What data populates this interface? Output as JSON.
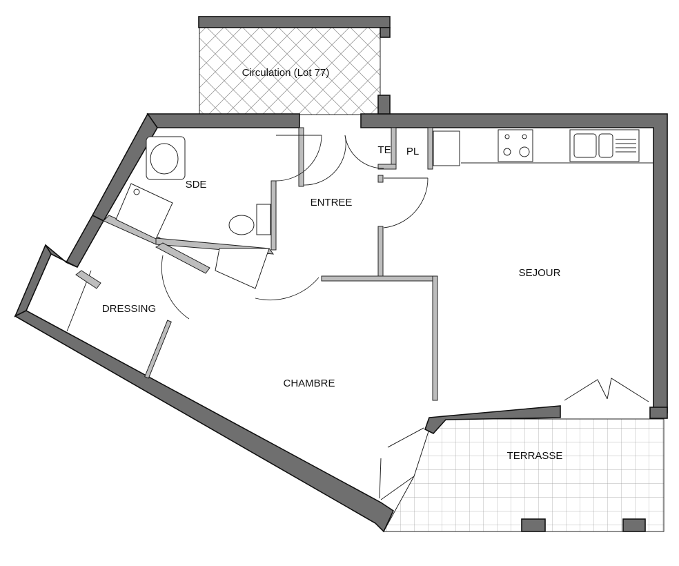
{
  "plan": {
    "rooms": [
      {
        "key": "circulation",
        "label": "Circulation (Lot 77)"
      },
      {
        "key": "sde",
        "label": "SDE"
      },
      {
        "key": "entree",
        "label": "ENTREE"
      },
      {
        "key": "te",
        "label": "TE"
      },
      {
        "key": "pl",
        "label": "PL"
      },
      {
        "key": "sejour",
        "label": "SEJOUR"
      },
      {
        "key": "dressing",
        "label": "DRESSING"
      },
      {
        "key": "chambre",
        "label": "CHAMBRE"
      },
      {
        "key": "terrasse",
        "label": "TERRASSE"
      }
    ]
  },
  "colors": {
    "wall_exterior": "#6f6f6f",
    "wall_interior": "#bdbdbd",
    "outline": "#111111",
    "background": "#ffffff"
  }
}
